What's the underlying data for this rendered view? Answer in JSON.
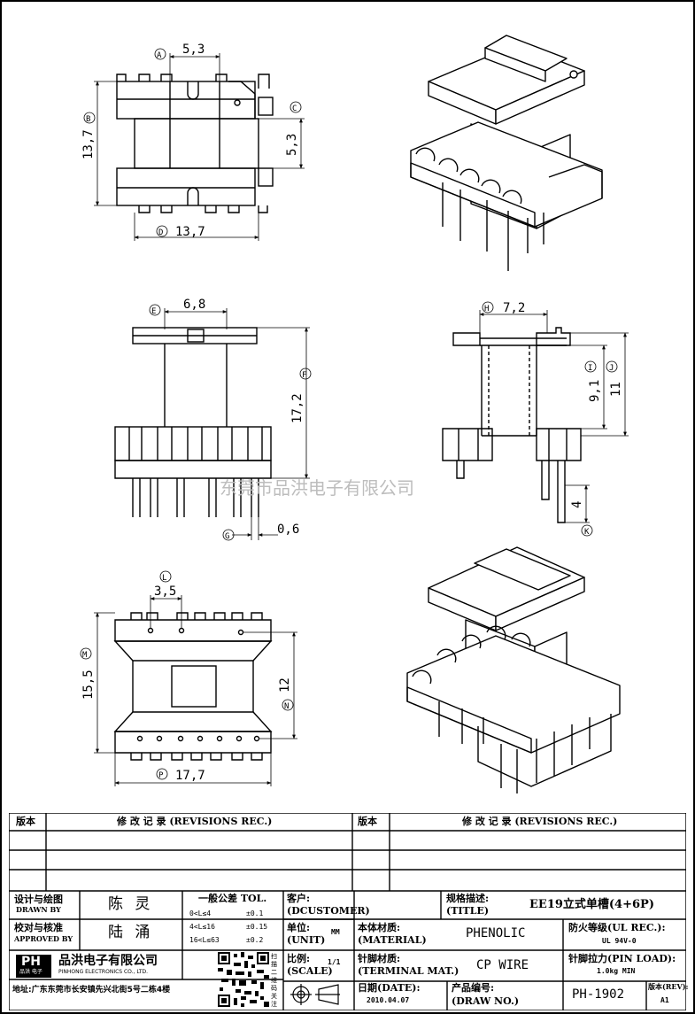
{
  "drawing": {
    "dims": {
      "A": "5,3",
      "B": "13,7",
      "C": "5,3",
      "D": "13,7",
      "E": "6,8",
      "F": "17,2",
      "G": "0,6",
      "H": "7,2",
      "I": "9,1",
      "J": "11",
      "K": "4",
      "L": "3,5",
      "M": "15,5",
      "N": "12",
      "P": "17,7"
    },
    "labels": {
      "A": "A",
      "B": "B",
      "C": "C",
      "D": "D",
      "E": "E",
      "F": "F",
      "G": "G",
      "H": "H",
      "I": "I",
      "J": "J",
      "K": "K",
      "L": "L",
      "M": "M",
      "N": "N",
      "P": "P"
    },
    "watermark": "东莞市品洪电子有限公司"
  },
  "revisions": {
    "col_version": "版本",
    "col_record": "修 改 记 录 (REVISIONS REC.)"
  },
  "title_block": {
    "designed_cn": "设计与绘图",
    "designed_en": "DRAWN BY",
    "designer": "陈 灵",
    "approved_cn": "校对与核准",
    "approved_en": "APPROVED BY",
    "approver": "陆 涌",
    "tol_title": "一般公差 TOL.",
    "tol_rows": [
      {
        "range": "0<L≤4",
        "value": "±0.1"
      },
      {
        "range": "4<L≤16",
        "value": "±0.15"
      },
      {
        "range": "16<L≤63",
        "value": "±0.2"
      }
    ],
    "customer_cn": "客户:",
    "customer_en": "(DCUSTOMER)",
    "unit_cn": "单位:",
    "unit_en": "(UNIT)",
    "unit": "MM",
    "scale_cn": "比例:",
    "scale_en": "(SCALE)",
    "scale": "1/1",
    "title_cn": "规格描述:",
    "title_en": "(TITLE)",
    "title": "EE19立式单槽(4+6P)",
    "material_cn": "本体材质:",
    "material_en": "(MATERIAL)",
    "material": "PHENOLIC",
    "ul_cn": "防火等级(UL REC.):",
    "ul": "UL 94V-0",
    "terminal_cn": "针脚材质:",
    "terminal_en": "(TERMINAL MAT.)",
    "terminal": "CP WIRE",
    "pinload_cn": "针脚拉力(PIN LOAD):",
    "pinload": "1.0kg MIN",
    "date_cn": "日期(DATE):",
    "date": "2010.04.07",
    "drawno_cn": "产品编号:",
    "drawno_en": "(DRAW NO.)",
    "drawno": "PH-1902",
    "rev_cn": "版本(REV):",
    "rev": "A1",
    "company_cn": "品洪电子有限公司",
    "company_en": "PINHONG ELECTRONICS CO., LTD.",
    "address": "地址:广东东莞市长安镇先兴北街5号二栋4楼",
    "logo_text": "PH",
    "logo_sub": "品洪 电子",
    "qr_side": "扫描二维码关注",
    "projection_icon": "third-angle-projection-icon"
  }
}
